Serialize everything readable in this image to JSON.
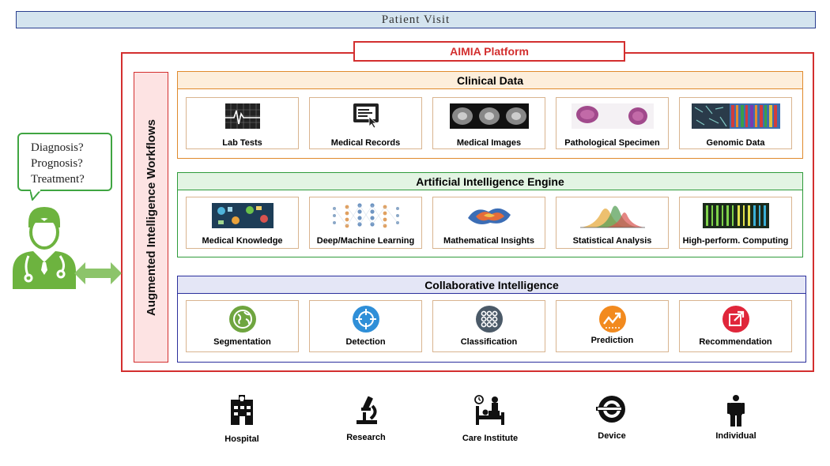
{
  "patient_visit": "Patient Visit",
  "platform_title": "AIMIA Platform",
  "workflows_label": "Augmented Intelligence Workflows",
  "doctor_questions": [
    "Diagnosis?",
    "Prognosis?",
    "Treatment?"
  ],
  "clinical_data": {
    "title": "Clinical Data",
    "items": [
      "Lab Tests",
      "Medical Records",
      "Medical Images",
      "Pathological Specimen",
      "Genomic Data"
    ]
  },
  "ai_engine": {
    "title": "Artificial Intelligence Engine",
    "items": [
      "Medical Knowledge",
      "Deep/Machine Learning",
      "Mathematical Insights",
      "Statistical Analysis",
      "High-perform. Computing"
    ]
  },
  "collaborative": {
    "title": "Collaborative Intelligence",
    "items": [
      "Segmentation",
      "Detection",
      "Classification",
      "Prediction",
      "Recommendation"
    ]
  },
  "stakeholders": [
    "Hospital",
    "Research",
    "Care Institute",
    "Device",
    "Individual"
  ],
  "colors": {
    "platform": "#d32f2f",
    "clinical": "#e08a2c",
    "ai": "#2e9b3a",
    "collaborative": "#2b2f9c",
    "doctor": "#6db33f"
  }
}
